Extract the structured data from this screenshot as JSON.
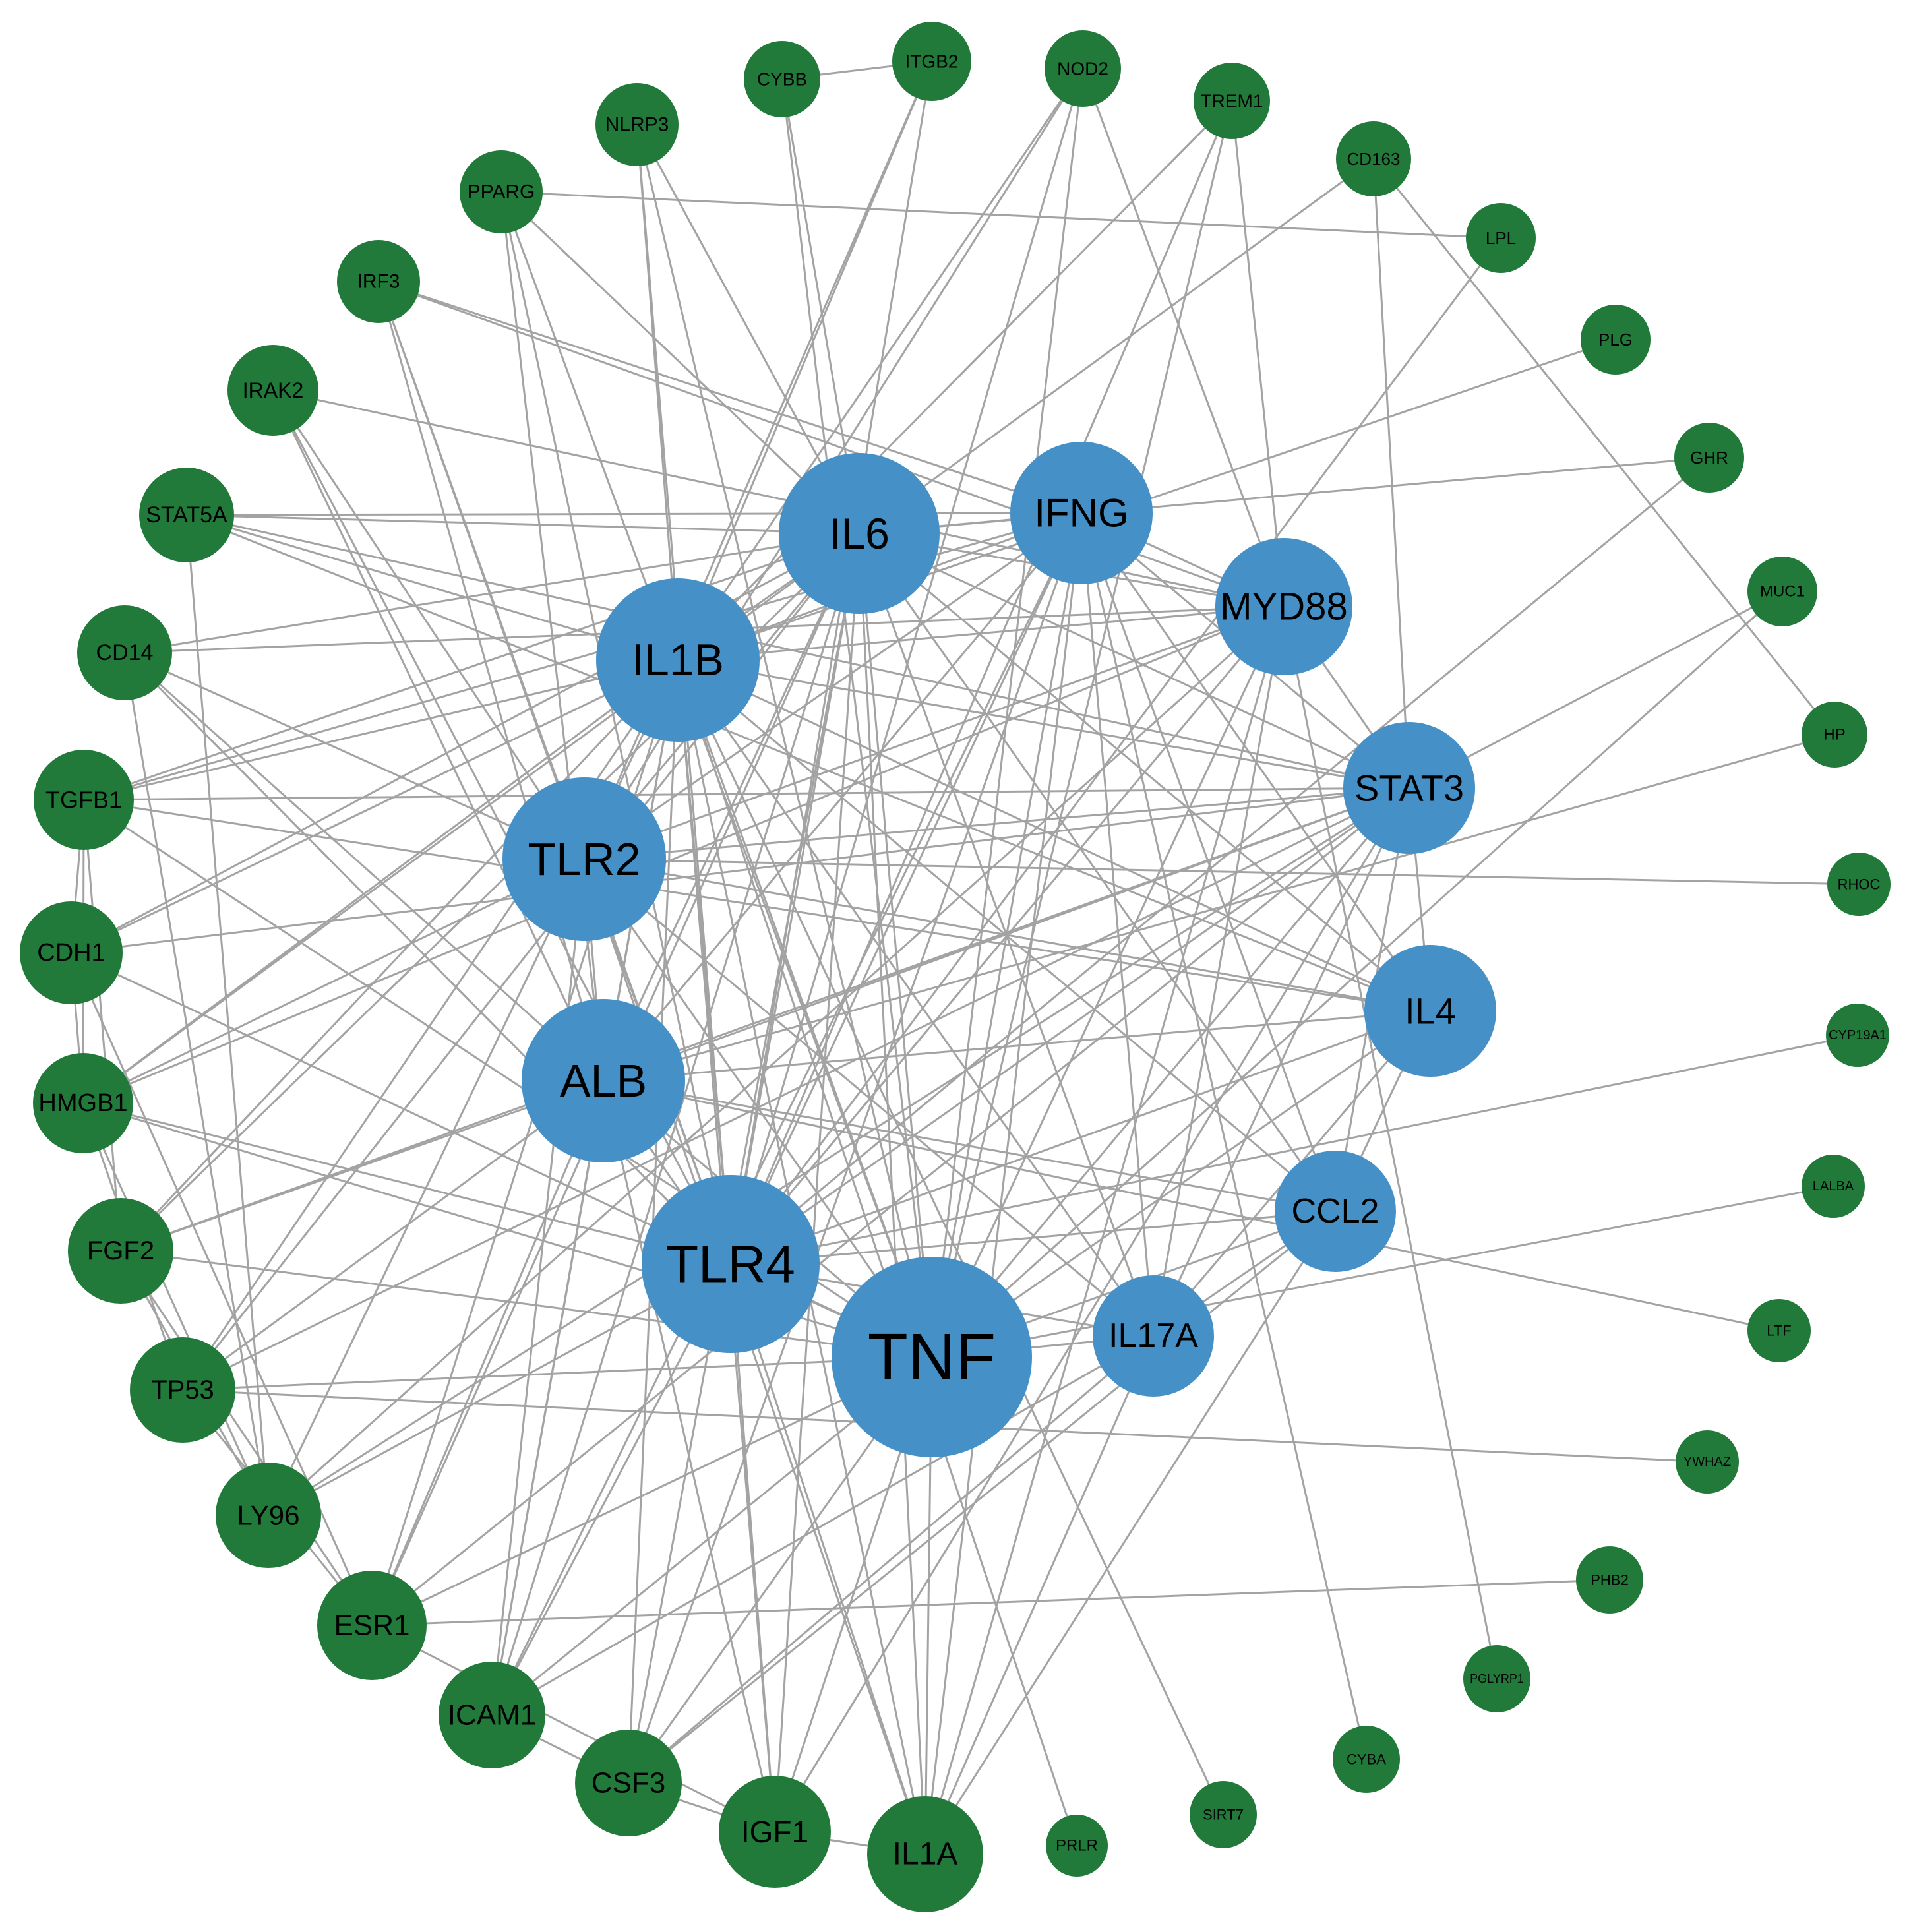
{
  "colors": {
    "hub": "#4690c8",
    "peripheral": "#217a3a",
    "edge": "#a3a3a3",
    "label": "#000000"
  },
  "hubs": [
    "TNF",
    "TLR4",
    "ALB",
    "TLR2",
    "IL1B",
    "IL6",
    "IFNG",
    "MYD88",
    "STAT3",
    "IL4",
    "CCL2",
    "IL17A"
  ],
  "peripheral": [
    "CYBB",
    "ITGB2",
    "NOD2",
    "TREM1",
    "NLRP3",
    "PPARG",
    "CD163",
    "LPL",
    "IRF3",
    "PLG",
    "IRAK2",
    "GHR",
    "STAT5A",
    "MUC1",
    "CD14",
    "HP",
    "TGFB1",
    "RHOC",
    "CDH1",
    "CYP19A1",
    "HMGB1",
    "LALBA",
    "FGF2",
    "LTF",
    "TP53",
    "YWHAZ",
    "LY96",
    "PHB2",
    "ESR1",
    "PGLYRP1",
    "ICAM1",
    "CYBA",
    "CSF3",
    "SIRT7",
    "IGF1",
    "IL1A",
    "PRLR"
  ],
  "edges": [
    [
      "CYBB",
      "ITGB2"
    ],
    [
      "CYBB",
      "IL6"
    ],
    [
      "CYBB",
      "TNF"
    ],
    [
      "ITGB2",
      "IL1B"
    ],
    [
      "ITGB2",
      "TLR4"
    ],
    [
      "ITGB2",
      "TLR2"
    ],
    [
      "NOD2",
      "TLR2"
    ],
    [
      "NOD2",
      "IL1B"
    ],
    [
      "NOD2",
      "TLR4"
    ],
    [
      "NOD2",
      "MYD88"
    ],
    [
      "NOD2",
      "TNF"
    ],
    [
      "TREM1",
      "TLR4"
    ],
    [
      "TREM1",
      "IL1B"
    ],
    [
      "TREM1",
      "TNF"
    ],
    [
      "TREM1",
      "MYD88"
    ],
    [
      "NLRP3",
      "IL1B"
    ],
    [
      "NLRP3",
      "TNF"
    ],
    [
      "NLRP3",
      "IL6"
    ],
    [
      "NLRP3",
      "TLR4"
    ],
    [
      "PPARG",
      "LPL"
    ],
    [
      "PPARG",
      "TNF"
    ],
    [
      "PPARG",
      "IL6"
    ],
    [
      "PPARG",
      "ALB"
    ],
    [
      "PPARG",
      "TLR4"
    ],
    [
      "CD163",
      "IL6"
    ],
    [
      "CD163",
      "STAT3"
    ],
    [
      "CD163",
      "HP"
    ],
    [
      "LPL",
      "TLR4"
    ],
    [
      "PLG",
      "IL1B"
    ],
    [
      "GHR",
      "IL6"
    ],
    [
      "GHR",
      "TLR4"
    ],
    [
      "MUC1",
      "TNF"
    ],
    [
      "MUC1",
      "STAT3"
    ],
    [
      "HP",
      "ALB"
    ],
    [
      "RHOC",
      "TLR2"
    ],
    [
      "CYP19A1",
      "TLR4"
    ],
    [
      "LALBA",
      "TNF"
    ],
    [
      "LTF",
      "ALB"
    ],
    [
      "YWHAZ",
      "TP53"
    ],
    [
      "PHB2",
      "ESR1"
    ],
    [
      "PGLYRP1",
      "MYD88"
    ],
    [
      "CYBA",
      "IFNG"
    ],
    [
      "SIRT7",
      "IL1B"
    ],
    [
      "PRLR",
      "IL1B"
    ],
    [
      "IRF3",
      "TLR4"
    ],
    [
      "IRF3",
      "TLR2"
    ],
    [
      "IRF3",
      "MYD88"
    ],
    [
      "IRF3",
      "IFNG"
    ],
    [
      "IRF3",
      "ALB"
    ],
    [
      "IRAK2",
      "MYD88"
    ],
    [
      "IRAK2",
      "TLR4"
    ],
    [
      "IRAK2",
      "TLR2"
    ],
    [
      "IRAK2",
      "ALB"
    ],
    [
      "STAT5A",
      "STAT3"
    ],
    [
      "STAT5A",
      "IL6"
    ],
    [
      "STAT5A",
      "IL4"
    ],
    [
      "STAT5A",
      "IFNG"
    ],
    [
      "STAT5A",
      "IL1B"
    ],
    [
      "STAT5A",
      "LY96"
    ],
    [
      "CD14",
      "TLR4"
    ],
    [
      "CD14",
      "TLR2"
    ],
    [
      "CD14",
      "IL6"
    ],
    [
      "CD14",
      "MYD88"
    ],
    [
      "CD14",
      "LY96"
    ],
    [
      "CD14",
      "ALB"
    ],
    [
      "TGFB1",
      "IL6"
    ],
    [
      "TGFB1",
      "TNF"
    ],
    [
      "TGFB1",
      "IL1B"
    ],
    [
      "TGFB1",
      "IFNG"
    ],
    [
      "TGFB1",
      "HMGB1"
    ],
    [
      "TGFB1",
      "CDH1"
    ],
    [
      "TGFB1",
      "IL4"
    ],
    [
      "TGFB1",
      "STAT3"
    ],
    [
      "CDH1",
      "TNF"
    ],
    [
      "CDH1",
      "IL1B"
    ],
    [
      "CDH1",
      "STAT3"
    ],
    [
      "CDH1",
      "ESR1"
    ],
    [
      "CDH1",
      "IL6"
    ],
    [
      "CDH1",
      "HMGB1"
    ],
    [
      "HMGB1",
      "TLR4"
    ],
    [
      "HMGB1",
      "TLR2"
    ],
    [
      "HMGB1",
      "TNF"
    ],
    [
      "HMGB1",
      "IL1B"
    ],
    [
      "HMGB1",
      "MYD88"
    ],
    [
      "HMGB1",
      "IL6"
    ],
    [
      "HMGB1",
      "LY96"
    ],
    [
      "HMGB1",
      "TP53"
    ],
    [
      "FGF2",
      "TNF"
    ],
    [
      "FGF2",
      "IL6"
    ],
    [
      "FGF2",
      "STAT3"
    ],
    [
      "FGF2",
      "IL1B"
    ],
    [
      "FGF2",
      "ALB"
    ],
    [
      "FGF2",
      "ESR1"
    ],
    [
      "FGF2",
      "LY96"
    ],
    [
      "FGF2",
      "TGFB1"
    ],
    [
      "TP53",
      "TNF"
    ],
    [
      "TP53",
      "STAT3"
    ],
    [
      "TP53",
      "IL6"
    ],
    [
      "TP53",
      "IL1B"
    ],
    [
      "TP53",
      "ALB"
    ],
    [
      "TP53",
      "ESR1"
    ],
    [
      "LY96",
      "TLR4"
    ],
    [
      "LY96",
      "TLR2"
    ],
    [
      "LY96",
      "MYD88"
    ],
    [
      "LY96",
      "STAT3"
    ],
    [
      "ESR1",
      "IL6"
    ],
    [
      "ESR1",
      "TNF"
    ],
    [
      "ESR1",
      "IGF1"
    ],
    [
      "ESR1",
      "STAT3"
    ],
    [
      "ESR1",
      "ALB"
    ],
    [
      "ESR1",
      "IL1B"
    ],
    [
      "ICAM1",
      "TNF"
    ],
    [
      "ICAM1",
      "IL1B"
    ],
    [
      "ICAM1",
      "IL6"
    ],
    [
      "ICAM1",
      "IFNG"
    ],
    [
      "ICAM1",
      "IL17A"
    ],
    [
      "ICAM1",
      "ALB"
    ],
    [
      "ICAM1",
      "TLR4"
    ],
    [
      "ICAM1",
      "TLR2"
    ],
    [
      "ICAM1",
      "CSF3"
    ],
    [
      "CSF3",
      "IL6"
    ],
    [
      "CSF3",
      "TNF"
    ],
    [
      "CSF3",
      "IL1B"
    ],
    [
      "CSF3",
      "IL17A"
    ],
    [
      "CSF3",
      "CCL2"
    ],
    [
      "CSF3",
      "IGF1"
    ],
    [
      "CSF3",
      "IFNG"
    ],
    [
      "IGF1",
      "IL6"
    ],
    [
      "IGF1",
      "TNF"
    ],
    [
      "IGF1",
      "IL1B"
    ],
    [
      "IGF1",
      "ALB"
    ],
    [
      "IGF1",
      "STAT3"
    ],
    [
      "IGF1",
      "IL1A"
    ],
    [
      "IGF1",
      "TLR4"
    ],
    [
      "IL1A",
      "TNF"
    ],
    [
      "IL1A",
      "IL1B"
    ],
    [
      "IL1A",
      "IL6"
    ],
    [
      "IL1A",
      "IL17A"
    ],
    [
      "IL1A",
      "IFNG"
    ],
    [
      "IL1A",
      "CCL2"
    ],
    [
      "IL1A",
      "TLR4"
    ],
    [
      "IL1A",
      "TLR2"
    ],
    [
      "IL1A",
      "MYD88"
    ],
    [
      "TNF",
      "TLR4"
    ],
    [
      "TNF",
      "ALB"
    ],
    [
      "TNF",
      "TLR2"
    ],
    [
      "TNF",
      "IL1B"
    ],
    [
      "TNF",
      "IL6"
    ],
    [
      "TNF",
      "IFNG"
    ],
    [
      "TNF",
      "MYD88"
    ],
    [
      "TNF",
      "STAT3"
    ],
    [
      "TNF",
      "IL4"
    ],
    [
      "TNF",
      "CCL2"
    ],
    [
      "TNF",
      "IL17A"
    ],
    [
      "TLR4",
      "ALB"
    ],
    [
      "TLR4",
      "TLR2"
    ],
    [
      "TLR4",
      "IL1B"
    ],
    [
      "TLR4",
      "IL6"
    ],
    [
      "TLR4",
      "IFNG"
    ],
    [
      "TLR4",
      "MYD88"
    ],
    [
      "TLR4",
      "STAT3"
    ],
    [
      "TLR4",
      "IL4"
    ],
    [
      "TLR4",
      "CCL2"
    ],
    [
      "TLR4",
      "IL17A"
    ],
    [
      "ALB",
      "TLR2"
    ],
    [
      "ALB",
      "IL1B"
    ],
    [
      "ALB",
      "IL6"
    ],
    [
      "ALB",
      "IFNG"
    ],
    [
      "ALB",
      "STAT3"
    ],
    [
      "ALB",
      "IL4"
    ],
    [
      "ALB",
      "CCL2"
    ],
    [
      "TLR2",
      "IL1B"
    ],
    [
      "TLR2",
      "IL6"
    ],
    [
      "TLR2",
      "IFNG"
    ],
    [
      "TLR2",
      "MYD88"
    ],
    [
      "TLR2",
      "STAT3"
    ],
    [
      "TLR2",
      "IL4"
    ],
    [
      "TLR2",
      "IL17A"
    ],
    [
      "IL1B",
      "IL6"
    ],
    [
      "IL1B",
      "IFNG"
    ],
    [
      "IL1B",
      "MYD88"
    ],
    [
      "IL1B",
      "STAT3"
    ],
    [
      "IL1B",
      "IL4"
    ],
    [
      "IL1B",
      "CCL2"
    ],
    [
      "IL1B",
      "IL17A"
    ],
    [
      "IL6",
      "IFNG"
    ],
    [
      "IL6",
      "MYD88"
    ],
    [
      "IL6",
      "STAT3"
    ],
    [
      "IL6",
      "IL4"
    ],
    [
      "IL6",
      "CCL2"
    ],
    [
      "IL6",
      "IL17A"
    ],
    [
      "IFNG",
      "MYD88"
    ],
    [
      "IFNG",
      "IL4"
    ],
    [
      "IFNG",
      "STAT3"
    ],
    [
      "IFNG",
      "CCL2"
    ],
    [
      "IFNG",
      "IL17A"
    ],
    [
      "MYD88",
      "STAT3"
    ],
    [
      "MYD88",
      "IL17A"
    ],
    [
      "STAT3",
      "IL4"
    ],
    [
      "STAT3",
      "IL17A"
    ],
    [
      "STAT3",
      "CCL2"
    ],
    [
      "IL4",
      "CCL2"
    ],
    [
      "IL4",
      "IL17A"
    ],
    [
      "CCL2",
      "IL17A"
    ]
  ]
}
